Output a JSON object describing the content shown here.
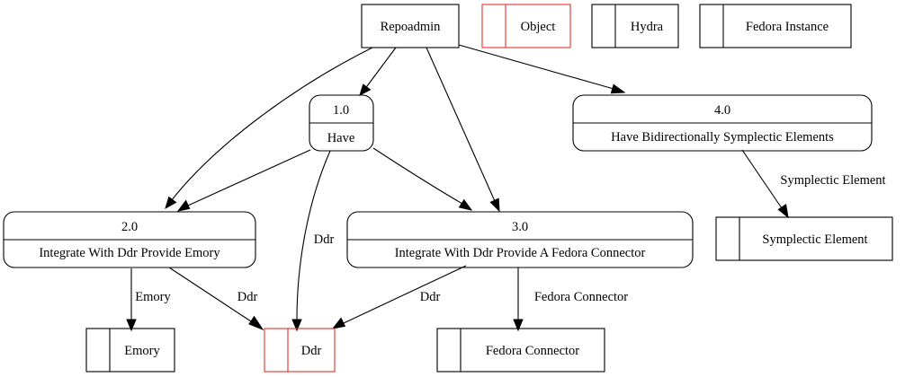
{
  "entities": {
    "repoadmin": "Repoadmin"
  },
  "legend": {
    "object": "Object",
    "hydra": "Hydra",
    "fedora_instance": "Fedora Instance"
  },
  "processes": {
    "p1": {
      "id": "1.0",
      "label": "Have"
    },
    "p2": {
      "id": "2.0",
      "label": "Integrate With Ddr Provide Emory"
    },
    "p3": {
      "id": "3.0",
      "label": "Integrate With Ddr Provide A Fedora Connector"
    },
    "p4": {
      "id": "4.0",
      "label": "Have Bidirectionally Symplectic Elements"
    }
  },
  "stores": {
    "emory": "Emory",
    "ddr": "Ddr",
    "fedora_connector": "Fedora Connector",
    "symplectic_element": "Symplectic Element"
  },
  "edge_labels": {
    "p2_emory": "Emory",
    "p2_ddr": "Ddr",
    "p1_ddr": "Ddr",
    "p3_ddr": "Ddr",
    "p3_fedora": "Fedora Connector",
    "p4_symplectic": "Symplectic Element"
  },
  "colors": {
    "highlight": "#e8302a",
    "line": "#000000"
  }
}
